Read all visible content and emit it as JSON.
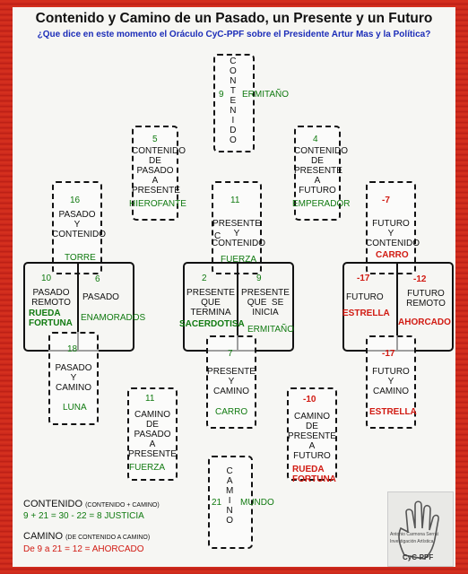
{
  "title": "Contenido y Camino de un Pasado, un Presente y un Futuro",
  "subtitle": "¿Que dice en este momento el Oráculo CyC-PPF sobre el Presidente Artur Mas y la Política?",
  "cards": {
    "contenido_top": {
      "text": "C\nO\nN\nT\nE\nN\nI\nD\nO",
      "num": "9",
      "name": "ERMITAÑO"
    },
    "c5": {
      "num": "5",
      "text": "CONTENIDO\nDE\nPASADO\nA\nPRESENTE",
      "name": "HIEROFANTE"
    },
    "c4": {
      "num": "4",
      "text": "CONTENIDO\nDE\nPRESENTE\nA\nFUTURO",
      "name": "EMPERADOR"
    },
    "c16": {
      "num": "16",
      "text": "PASADO\nY\nCONTENIDO",
      "name": "TORRE"
    },
    "c11a": {
      "num": "11",
      "text": "PRESENTE\nY\nCONTENIDO",
      "side": "C",
      "name": "FUERZA"
    },
    "cm7": {
      "num": "-7",
      "text": "FUTURO\nY\nCONTENIDO",
      "name": "CARRO"
    },
    "c10": {
      "num": "10",
      "text": "PASADO\nREMOTO",
      "name": "RUEDA\nFORTUNA"
    },
    "c6": {
      "num": "6",
      "text": "PASADO",
      "name": "ENAMORADOS"
    },
    "c2": {
      "num": "2",
      "text": "PRESENTE\nQUE\nTERMINA",
      "name": "SACERDOTISA"
    },
    "c9": {
      "num": "9",
      "text": "PRESENTE\nQUE  SE\nINICIA",
      "name": "ERMITAÑO"
    },
    "cm17a": {
      "num": "-17",
      "text": "FUTURO",
      "name": "ESTRELLA"
    },
    "cm12": {
      "num": "-12",
      "text": "FUTURO\nREMOTO",
      "name": "AHORCADO"
    },
    "c18": {
      "num": "18",
      "text": "PASADO\nY\nCAMINO",
      "name": "LUNA"
    },
    "c7": {
      "num": "7",
      "text": "PRESENTE\nY\nCAMINO",
      "name": "CARRO"
    },
    "cm17b": {
      "num": "-17",
      "text": "FUTURO\nY\nCAMINO",
      "name": "ESTRELLA"
    },
    "c11b": {
      "num": "11",
      "text": "CAMINO\nDE\nPASADO\nA\nPRESENTE",
      "name": "FUERZA"
    },
    "cm10": {
      "num": "-10",
      "text": "CAMINO\nDE\nPRESENTE\nA\nFUTURO",
      "name": "RUEDA\nFORTUNA"
    },
    "camino_bottom": {
      "text": "C\nA\nM\nI\nN\nO",
      "num": "21",
      "name": "MUNDO"
    }
  },
  "footer": {
    "contenido_label": "CONTENIDO",
    "contenido_sub": "(CONTENIDO + CAMINO)",
    "contenido_calc": "9 + 21 = 30 - 22 = 8 JUSTICIA",
    "camino_label": "CAMINO",
    "camino_sub": "(DE CONTENIDO A CAMINO)",
    "camino_calc": "De 9 a 21 = 12 = AHORCADO"
  },
  "logo": {
    "line1": "Antonio Carmona Serrat",
    "line2": "Investigación Artística",
    "brand": "CyC-PPF"
  }
}
